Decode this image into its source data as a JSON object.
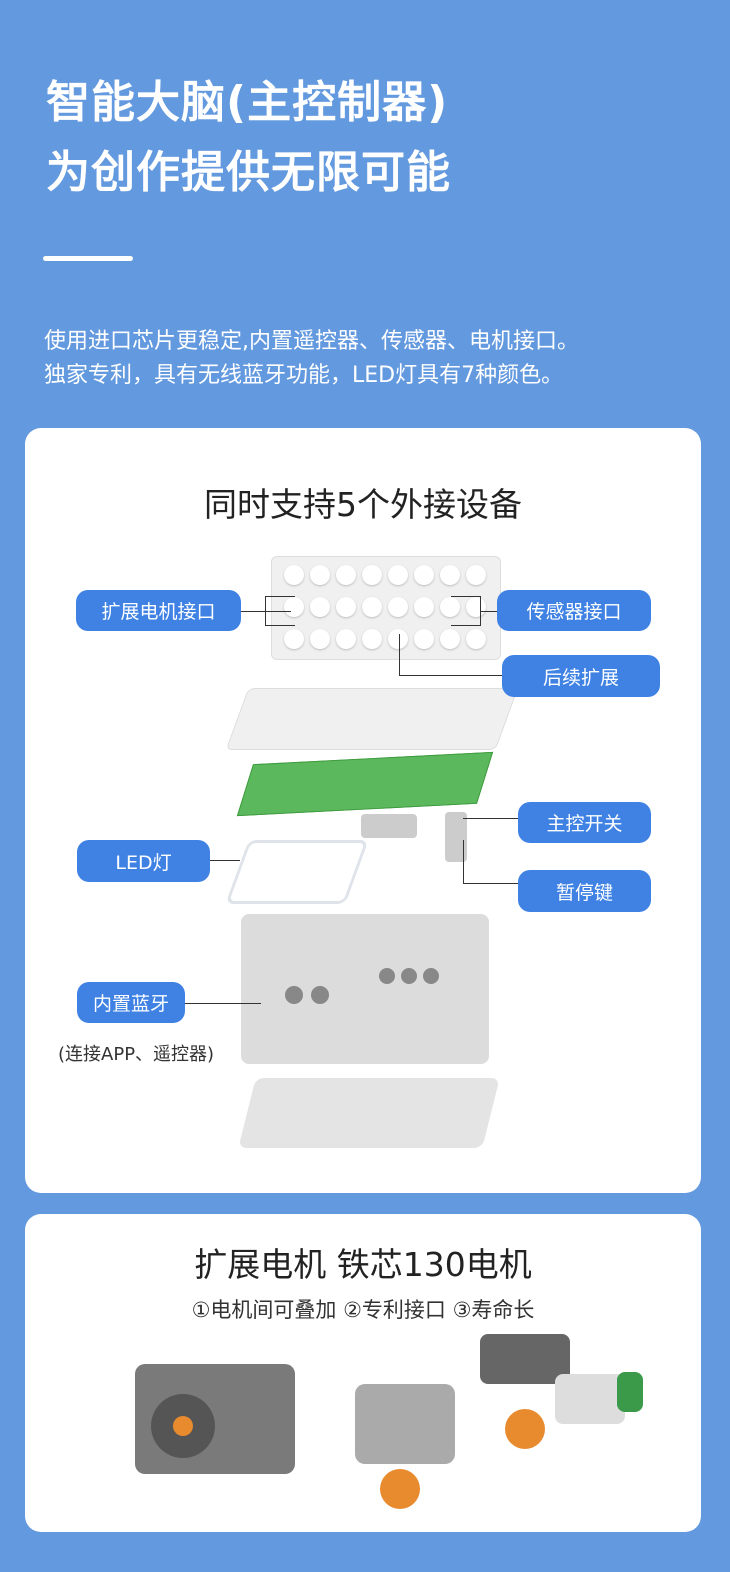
{
  "header": {
    "title_line1": "智能大脑(主控制器)",
    "title_line2": "为创作提供无限可能",
    "desc_line1": "使用进口芯片更稳定,内置遥控器、传感器、电机接口。",
    "desc_line2": "独家专利，具有无线蓝牙功能，LED灯具有7种颜色。"
  },
  "controller_card": {
    "title": "同时支持5个外接设备",
    "labels": {
      "motor_port": "扩展电机接口",
      "sensor_port": "传感器接口",
      "future_expansion": "后续扩展",
      "main_switch": "主控开关",
      "led": "LED灯",
      "pause_key": "暂停键",
      "bluetooth": "内置蓝牙",
      "bluetooth_note": "(连接APP、遥控器)"
    }
  },
  "motor_card": {
    "title": "扩展电机 铁芯130电机",
    "features": "①电机间可叠加 ②专利接口 ③寿命长"
  },
  "colors": {
    "background": "#6399de",
    "pill": "#3f82e4",
    "pcb": "#5cb85c",
    "motor_orange": "#e88a2e"
  }
}
